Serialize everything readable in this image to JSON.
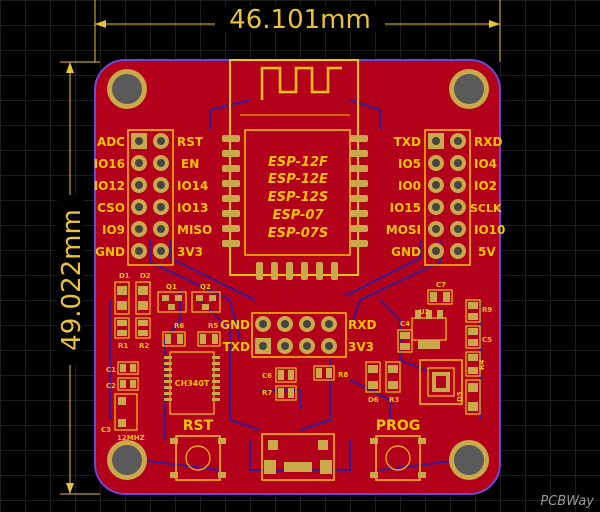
{
  "dimensions": {
    "width_label": "46.101mm",
    "height_label": "49.022mm"
  },
  "module": {
    "models": [
      "ESP-12F",
      "ESP-12E",
      "ESP-12S",
      "ESP-07",
      "ESP-07S"
    ]
  },
  "headers": {
    "left_outer": [
      "ADC",
      "IO16",
      "IO12",
      "CSO",
      "IO9",
      "GND"
    ],
    "left_inner": [
      "RST",
      "EN",
      "IO14",
      "IO13",
      "MISO",
      "3V3"
    ],
    "right_inner": [
      "TXD",
      "IO5",
      "IO0",
      "IO15",
      "MOSI",
      "GND"
    ],
    "right_outer": [
      "RXD",
      "IO4",
      "IO2",
      "SCLK",
      "IO10",
      "5V"
    ],
    "mid_left": [
      "GND",
      "TXD"
    ],
    "mid_right": [
      "RXD",
      "3V3"
    ]
  },
  "components": {
    "d1": "D1",
    "d2": "D2",
    "q1": "Q1",
    "q2": "Q2",
    "r1": "R1",
    "r2": "R2",
    "r3": "R3",
    "r4": "R4",
    "r5": "R5",
    "r6": "R6",
    "r7": "R7",
    "r8": "R8",
    "r9": "R9",
    "c1": "C1",
    "c2": "C2",
    "c3": "C3",
    "c4": "C4",
    "c5": "C5",
    "c6": "C6",
    "c7": "C7",
    "u2": "U2",
    "d5": "D5",
    "d6": "D6",
    "ic": "CH340T",
    "crystal": "12MHZ"
  },
  "buttons": {
    "rst": "RST",
    "prog": "PROG"
  },
  "watermark": "PCBWay",
  "colors": {
    "board": "#b3001b",
    "silkscreen": "#f5c400",
    "pad": "#c9a94a",
    "trace_bottom": "#2a1fa3",
    "grid": "#3a3a3a",
    "outline": "#6a4bd6"
  }
}
